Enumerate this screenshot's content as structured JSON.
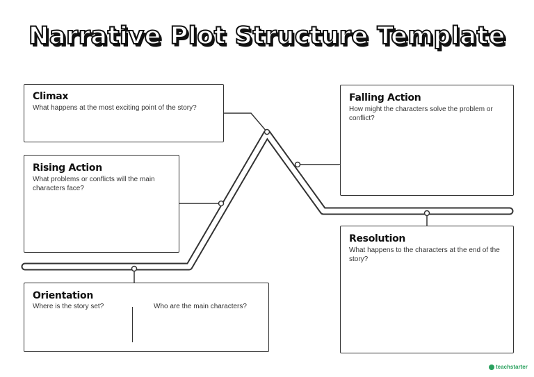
{
  "title": "Narrative Plot Structure Template",
  "sections": {
    "climax": {
      "heading": "Climax",
      "prompt": "What happens at the most exciting point of the story?"
    },
    "rising_action": {
      "heading": "Rising Action",
      "prompt": "What problems or conflicts will the main characters face?"
    },
    "orientation": {
      "heading": "Orientation",
      "prompt_left": "Where is the story set?",
      "prompt_right": "Who are the main characters?"
    },
    "falling_action": {
      "heading": "Falling Action",
      "prompt": "How might the characters solve the problem or conflict?"
    },
    "resolution": {
      "heading": "Resolution",
      "prompt": "What happens to the characters at the end of the story?"
    }
  },
  "brand": {
    "name": "teachstarter"
  }
}
